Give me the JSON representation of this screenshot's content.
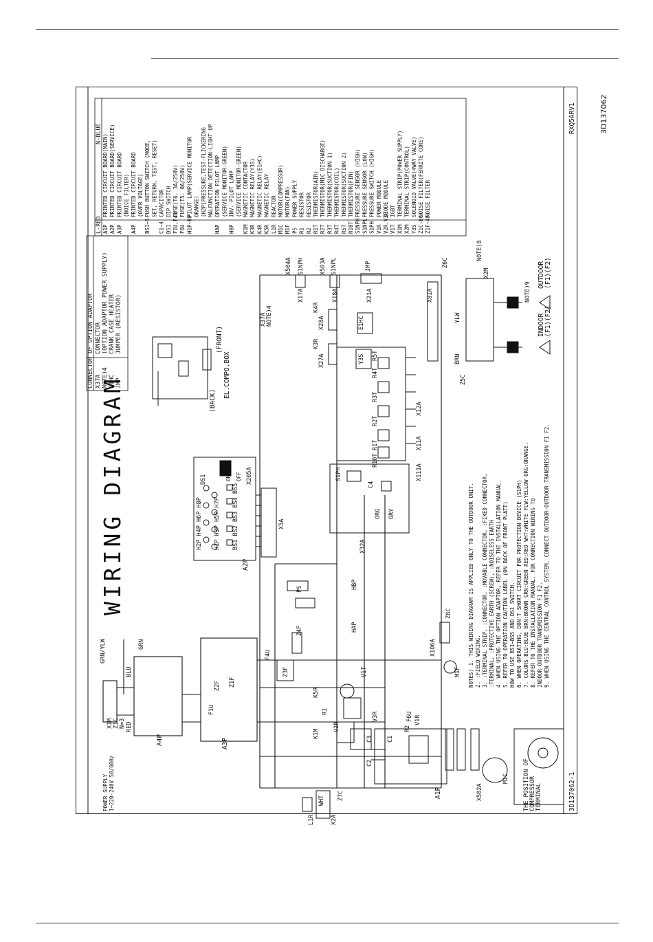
{
  "page": {
    "doc_id_margin": "3D137062"
  },
  "diagram": {
    "title": "WIRING DIAGRAM",
    "model": "RXQ5ARV1",
    "drawing_no": "3D137062-1",
    "power_supply": [
      "POWER SUPPLY",
      "1~220-240V 50/60Hz"
    ],
    "compressor_note": [
      "THE POSITION OF",
      "COMPRESSOR",
      "TERMINAL"
    ],
    "el_compo_box": "EL.COMPO.BOX",
    "front": "(FRONT)",
    "back": "(BACK)",
    "outdoor": [
      "OUTDOOR",
      "(F1)(F2)"
    ],
    "indoor": [
      "INDOOR",
      "(F1)(F2)"
    ],
    "option_adaptor": {
      "header": "CONNECTOR OF OPTION ADAPTOR",
      "rows": [
        [
          "X37A",
          "CONNECTOR"
        ],
        [
          "NOTE)4",
          "(OPTION ADAPTOR POWER SUPPLY)"
        ],
        [
          "E1HC",
          "CRANK CASE HEATER"
        ],
        [
          "JMP",
          "JUMPER (RESISTOR)"
        ]
      ]
    },
    "legend": {
      "header_left": "L-RED",
      "header_right": "N-BLUE",
      "rows": [
        [
          "A1P",
          "PRINTED CIRCUIT BOARD(MAIN)"
        ],
        [
          "A2P",
          "PRINTED CIRCUIT BOARD(SERVICE)"
        ],
        [
          "A3P",
          "PRINTED CIRCUIT BOARD"
        ],
        [
          "",
          "(NOICE FILTER)"
        ],
        [
          "A4P",
          "PRINTED CIRCUIT BOARD"
        ],
        [
          "",
          "(OVER VOLTAGE)"
        ],
        [
          "BS1~5",
          "PUSH BUTTON SWITCH (MODE,"
        ],
        [
          "",
          "SET, RETURN, TEST, RESET)"
        ],
        [
          "C1~4",
          "CAPACITOR"
        ],
        [
          "DS1",
          "DIP SWITCH"
        ],
        [
          "F1U,F4U",
          "FUSE(T6. 3A/250V)"
        ],
        [
          "F6U",
          "FUSE(T5. 0A/250V)"
        ],
        [
          "H1P~8P",
          "PILOT LAMP(SERVICE MONITOR"
        ],
        [
          "",
          "ORANGE)"
        ],
        [
          "",
          "[H2P]PRESSURE,TEST-FLICKERING"
        ],
        [
          "",
          "MALFUNCTION DETECTION-LIGHT UP"
        ],
        [
          "HAP",
          "OPERATION PILOT LAMP"
        ],
        [
          "",
          "(SERVICE MONITOR-GREEN)"
        ],
        [
          "HBP",
          "INV. PILOT LAMP"
        ],
        [
          "",
          "(SERVICE MONITOR-GREEN)"
        ],
        [
          "K1M",
          "MAGNETIC CONTACTOR"
        ],
        [
          "K3R",
          "MAGNETIC RELAY(Y3S)"
        ],
        [
          "K4R",
          "MAGNETIC RELAY(E1HC)"
        ],
        [
          "K5R",
          "MAGNETIC RELAY"
        ],
        [
          "L1R",
          "REACTOR"
        ],
        [
          "M1C",
          "MOTOR(COMPRESSOR)"
        ],
        [
          "M1F",
          "MOTOR(FAN)"
        ],
        [
          "PS",
          "POWER SUPPLY"
        ],
        [
          "R1",
          "RESISTOR"
        ],
        [
          "R2",
          "RESISTOR"
        ],
        [
          "R1T",
          "THERMISTOR(AIR)"
        ],
        [
          "R2T",
          "THERMISTOR(M1C DISCHARGE)"
        ],
        [
          "R3T",
          "THERMISTOR(SUCTION 1)"
        ],
        [
          "R4T",
          "THERMISTOR(COIL)"
        ],
        [
          "R5T",
          "THERMISTOR(SUCTION 2)"
        ],
        [
          "R10T",
          "THERMISTOR(FIN)"
        ],
        [
          "S1NPH",
          "PRESSURE SENSOR (HIGH)"
        ],
        [
          "S1NPL",
          "PRESSURE SENSOR (LOW)"
        ],
        [
          "S1PH",
          "PRESSURE SWITCH (HIGH)"
        ],
        [
          "V1R",
          "POWER MODULE"
        ],
        [
          "V2R,V3R",
          "DIODE MODULE"
        ],
        [
          "V1T",
          "IGBT"
        ],
        [
          "X1M",
          "TERMINAL STRIP(POWER SUPPLY)"
        ],
        [
          "X2M",
          "TERMINAL STRIP(CONTROL)"
        ],
        [
          "Y3S",
          "SOLENOID VALVE(4WAY VALVE)"
        ],
        [
          "Z1C~8C",
          "NOISE FILTER(FERRITE CORE)"
        ],
        [
          "Z1F~4F",
          "NOISE FILTER"
        ]
      ]
    },
    "notes": [
      "NOTES) 1. THIS WIRING DIAGRAM IS APPLIED ONLY TO THE OUTDOOR UNIT.",
      "2. :FIELD WIRING.",
      "3. :TERMINAL STRIP, :CONNECTOR, :MOVABLE CONNECTOR, :FIXED CONNECTOR,",
      "   :TERMINAL, :PROTECTIVE EARTH (SCREW), :NOISELESS EARTH",
      "4. WHEN USING THE OPTION ADAPTOR, REFER TO THE INSTALLATION MANUAL.",
      "5. REFER TO OPERATION CAUTION LABEL (ON BACK OF FRONT PLATE)",
      "   HOW TO USE BS1~BS5 AND DS1 SWITCH.",
      "6. WHEN OPERATING, DON'T SHORT CIRCUIT FOR PROTECTION DEVICE (S1PH)",
      "7. COLORS BLU:BLUE BRN:BROWN GRN:GREEN RED:RED WHT:WHITE YLW:YELLOW ORG:ORANGE.",
      "8. REFER TO THE INSTALLATION MANUAL, FOR CONNECTION WIRING TO",
      "   INDOOR-OUTDOOR TRANSMISSION F1 F2.",
      "9. WHEN USING THE CENTRAL CONTROL SYSTEM, CONNECT OUTDOOR-OUTDOOR TRANSMISSION F1 F2."
    ],
    "components": {
      "x1m": "X1M",
      "z1c": "Z1C",
      "n3": "N=3",
      "grn_ylw": "GRN/YLW",
      "grn": "GRN",
      "a4p": "A4P",
      "a3p": "A3P",
      "a2p": "A2P",
      "a1p": "A1P",
      "x5a": "X5A",
      "x205a": "X205A",
      "ds1": "DS1",
      "on": "ON",
      "off": "OFF",
      "h_lamps_top": "H2P H4P H6P H8P",
      "h_lamps_bot": "H1P H3P H5P H7P",
      "bs_row": "BS1 BS2 BS3 BS4 BS5",
      "f1u": "F1U",
      "f4u": "F4U",
      "f6u": "F6U",
      "z1f": "Z1F",
      "z2f": "Z2F",
      "z3f": "Z3F",
      "z4f": "Z4F",
      "ps": "PS",
      "hap": "HAP",
      "hbp": "HBP",
      "k1m": "K1M",
      "k5r": "K5R",
      "k3r": "K3R",
      "k4r": "K4R",
      "r1": "R1",
      "r2": "R2",
      "v1t": "V1T",
      "v2r": "V2R",
      "v3r": "V3R",
      "v1r": "V1R",
      "c1": "C1",
      "c2": "C2",
      "c3": "C3",
      "c4": "C4",
      "m1c": "M1C",
      "m1f": "M1F",
      "x106a": "X106A",
      "x502a": "X502A",
      "x32a": "X32A",
      "s1ph": "S1PH",
      "r10t": "R10T",
      "x111a": "X111A",
      "x11a": "X11A",
      "x12a": "X12A",
      "r1t": "R1T",
      "r2t": "R2T",
      "r3t": "R3T",
      "r4t": "R4T",
      "r5t": "R5T",
      "y3s": "Y3S",
      "x27a": "X27A",
      "x28a": "X28A",
      "e1hc": "E1HC",
      "x37a": "X37A",
      "note4": "NOTE)4",
      "x17a": "X17A",
      "x18a": "X18A",
      "x21a": "X21A",
      "x81a": "X81A",
      "s1nph": "S1NPH",
      "s1npl": "S1NPL",
      "x504a": "X504A",
      "x503a": "X503A",
      "jmp": "JMP",
      "x2m": "X2M",
      "z6c": "Z6C",
      "z5c": "Z5C",
      "note8": "NOTE)8",
      "note9": "NOTE)9",
      "l1r": "L1R",
      "x2a": "X2A",
      "z7c": "Z7C",
      "z8c": "Z8C",
      "wire_blu": "BLU",
      "wire_red": "RED",
      "wire_wht": "WHT",
      "wire_org": "ORG",
      "wire_gry": "GRY",
      "wire_ylw": "YLW",
      "wire_brn": "BRN"
    }
  }
}
